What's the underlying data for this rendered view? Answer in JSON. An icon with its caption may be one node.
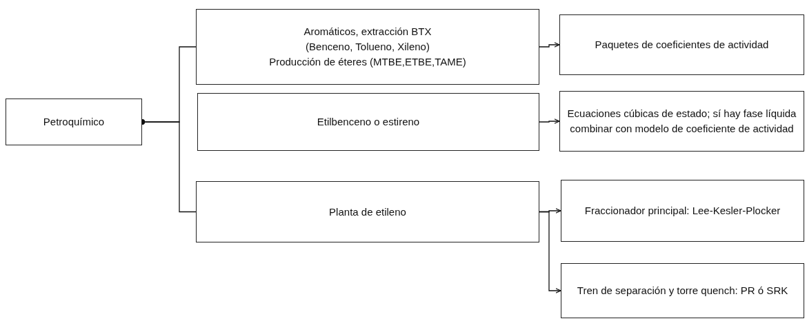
{
  "diagram": {
    "nodes": [
      {
        "text": [
          "Petroquímico"
        ]
      },
      {
        "text": [
          "Aromáticos, extracción BTX",
          "(Benceno, Tolueno, Xileno)",
          "Producción de éteres (MTBE,ETBE,TAME)"
        ]
      },
      {
        "text": [
          "Etilbenceno o estireno"
        ]
      },
      {
        "text": [
          "Planta de etileno"
        ]
      },
      {
        "text": [
          "Paquetes de coeficientes de actividad"
        ]
      },
      {
        "text": [
          "Ecuaciones cúbicas de estado; sí hay fase líquida combinar con modelo de coeficiente de actividad"
        ]
      },
      {
        "text": [
          "Fraccionador principal: Lee-Kesler-Plocker"
        ]
      },
      {
        "text": [
          "Tren de separación y torre quench: PR ó SRK"
        ]
      }
    ],
    "edges": [
      {
        "from": 0,
        "to": 1,
        "arrow": "other"
      },
      {
        "from": 0,
        "to": 3,
        "arrow": "other"
      },
      {
        "from": 1,
        "to": 4,
        "arrow": "to"
      },
      {
        "from": 2,
        "to": 5,
        "arrow": "to"
      },
      {
        "from": 3,
        "to": 6,
        "arrow": "to"
      },
      {
        "from": 3,
        "to": 7,
        "arrow": "to"
      }
    ]
  }
}
